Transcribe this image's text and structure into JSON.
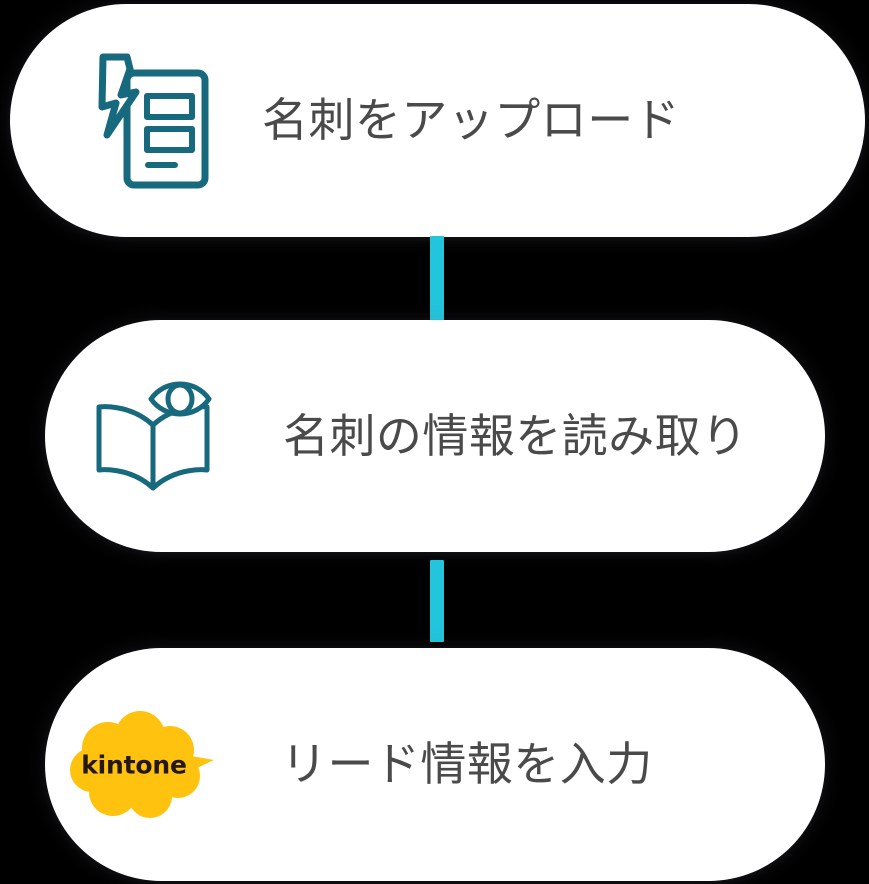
{
  "theme": {
    "card_background": "#ffffff",
    "connector_color": "#22c5dc",
    "icon_stroke": "#17697e",
    "text_color": "#4a4a4a",
    "kintone_yellow": "#ffc20e",
    "kintone_text_color": "#231815",
    "page_background": "#000000"
  },
  "flow": {
    "steps": [
      {
        "id": "step-upload",
        "label": "名刺をアップロード",
        "icon": "business-card-upload-icon"
      },
      {
        "id": "step-read",
        "label": "名刺の情報を読み取り",
        "icon": "book-eye-scan-icon"
      },
      {
        "id": "step-input",
        "label": "リード情報を入力",
        "icon": "kintone-logo-icon",
        "logo_text": "kintone"
      }
    ],
    "connectors": [
      {
        "id": "connector-1"
      },
      {
        "id": "connector-2"
      }
    ]
  }
}
